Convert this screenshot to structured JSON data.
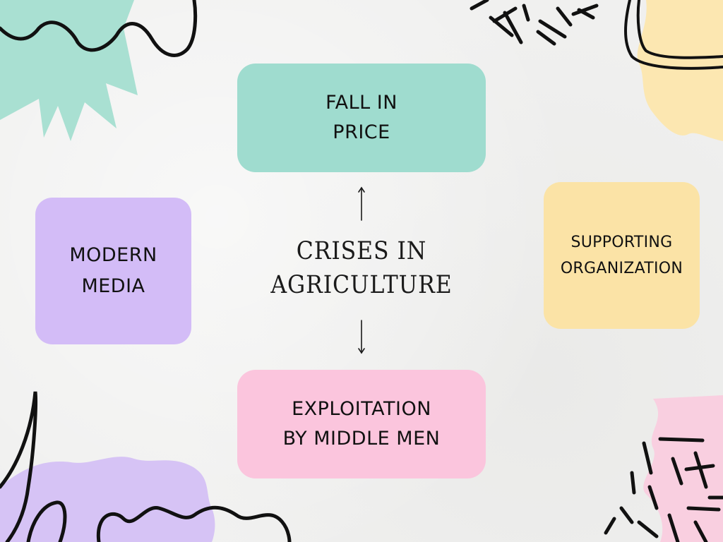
{
  "diagram": {
    "center_title": {
      "line1": "CRISES IN",
      "line2": "AGRICULTURE"
    },
    "nodes": {
      "fall_in_price": {
        "line1": "FALL IN",
        "line2": "PRICE",
        "color": "#9fdccf"
      },
      "exploitation": {
        "line1": "EXPLOITATION",
        "line2": "BY MIDDLE MEN",
        "color": "#fbc5dd"
      },
      "modern_media": {
        "line1": "MODERN",
        "line2": "MEDIA",
        "color": "#d3bcf7"
      },
      "supporting_organization": {
        "line1": "SUPPORTING",
        "line2": "ORGANIZATION",
        "color": "#fbe3a6"
      }
    }
  },
  "decoration": {
    "mint": "#a9e0d2",
    "lavender": "#d6c3f5",
    "yellow": "#fce7b1",
    "pink": "#f9cfe0",
    "ink": "#111111"
  }
}
